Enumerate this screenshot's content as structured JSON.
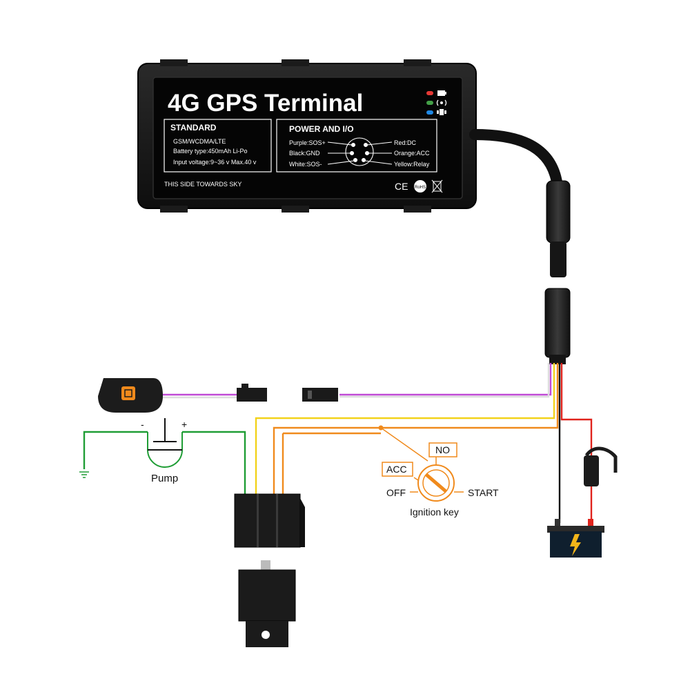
{
  "device": {
    "title": "4G GPS Terminal",
    "standard": {
      "heading": "STANDARD",
      "lines": [
        "GSM/WCDMA/LTE",
        "Battery type:450mAh Li-Po",
        "Input voltage:9~36 v Max.40 v"
      ]
    },
    "power_io": {
      "heading": "POWER AND I/O",
      "left": [
        "Purple:SOS+",
        "Black:GND",
        "White:SOS-"
      ],
      "right": [
        "Red:DC",
        "Orange:ACC",
        "Yellow:Relay"
      ]
    },
    "footer": "THIS SIDE TOWARDS SKY",
    "marks": [
      "CE",
      "RoHS"
    ],
    "indicator_colors": [
      "#e53935",
      "#43a047",
      "#1e88e5"
    ],
    "indicator_icons": [
      "power-icon",
      "signal-icon",
      "satellite-icon"
    ]
  },
  "pump": {
    "label": "Pump",
    "minus": "-",
    "plus": "+"
  },
  "ignition": {
    "label": "Ignition key",
    "acc": "ACC",
    "no": "NO",
    "off": "OFF",
    "start": "START"
  },
  "wire_colors": {
    "purple": "#c04ad6",
    "yellow": "#f2d21a",
    "orange": "#f08a1c",
    "red": "#e0231c",
    "black": "#111111",
    "green": "#1f9d35",
    "white": "#dddddd"
  }
}
